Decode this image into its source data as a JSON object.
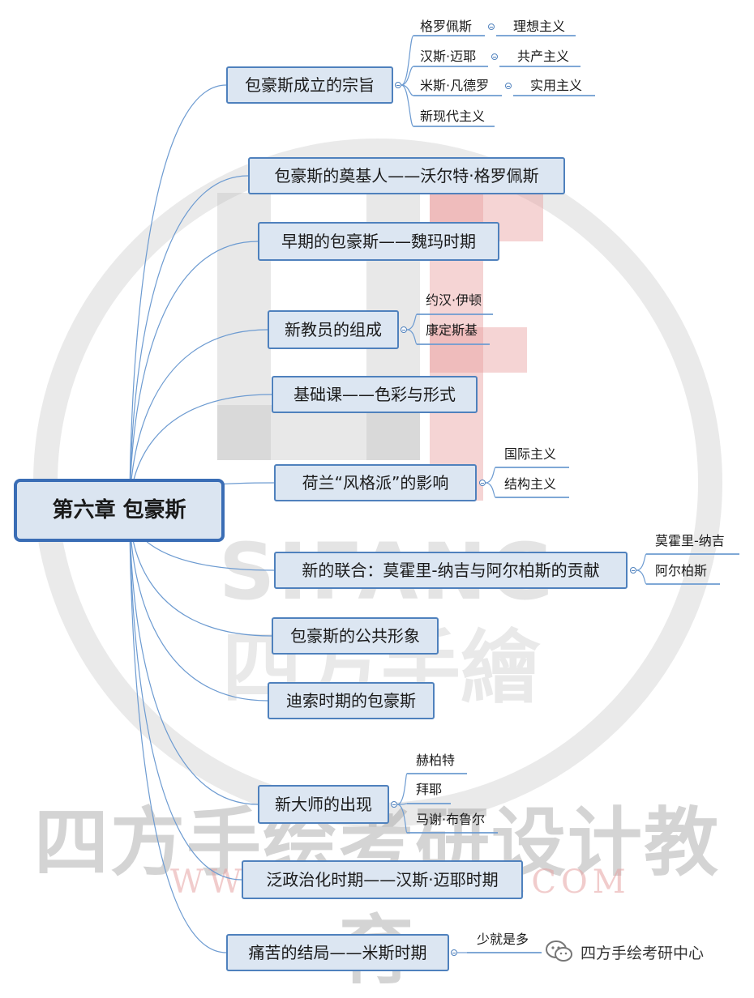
{
  "root": {
    "label": "第六章 包豪斯"
  },
  "branches": [
    {
      "label": "包豪斯成立的宗旨",
      "children": [
        {
          "label": "格罗佩斯",
          "sub": "理想主义"
        },
        {
          "label": "汉斯·迈耶",
          "sub": "共产主义"
        },
        {
          "label": "米斯·凡德罗",
          "sub": "实用主义"
        },
        {
          "label": "新现代主义"
        }
      ]
    },
    {
      "label": "包豪斯的奠基人——沃尔特·格罗佩斯"
    },
    {
      "label": "早期的包豪斯——魏玛时期"
    },
    {
      "label": "新教员的组成",
      "children": [
        {
          "label": "约汉·伊顿"
        },
        {
          "label": "康定斯基"
        }
      ]
    },
    {
      "label": "基础课——色彩与形式"
    },
    {
      "label": "荷兰“风格派”的影响",
      "children": [
        {
          "label": "国际主义"
        },
        {
          "label": "结构主义"
        }
      ]
    },
    {
      "label": "新的联合：莫霍里-纳吉与阿尔柏斯的贡献",
      "children": [
        {
          "label": "莫霍里-纳吉"
        },
        {
          "label": "阿尔柏斯"
        }
      ]
    },
    {
      "label": "包豪斯的公共形象"
    },
    {
      "label": "迪索时期的包豪斯"
    },
    {
      "label": "新大师的出现",
      "children": [
        {
          "label": "赫柏特"
        },
        {
          "label": "拜耶"
        },
        {
          "label": "马谢·布鲁尔"
        }
      ]
    },
    {
      "label": "泛政治化时期——汉斯·迈耶时期"
    },
    {
      "label": "痛苦的结局——米斯时期",
      "children": [
        {
          "label": "少就是多"
        }
      ]
    }
  ],
  "watermark": {
    "brand_en": "SIFANG",
    "brand_cn": "四方手繪",
    "org": "四方手绘考研设计教育",
    "url": "WWW.SIFANGSH.COM"
  },
  "footer": {
    "text": "四方手绘考研中心",
    "icon": "wechat-icon"
  },
  "colors": {
    "line": "#6d9bd1",
    "node_fill": "#dce6f2",
    "node_border": "#4f81bd",
    "accent_red": "#e8a0a0"
  }
}
